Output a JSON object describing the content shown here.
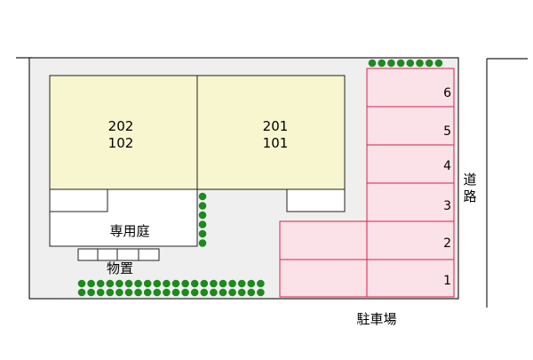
{
  "colors": {
    "background": "#ffffff",
    "lot": "#efefef",
    "building": "#f7f6cf",
    "parking_fill": "#fbe1e8",
    "parking_border": "#d6204d",
    "hedge": "#1e8a1e",
    "outline": "#222222"
  },
  "building": {
    "units": [
      {
        "upper": "202",
        "lower": "102"
      },
      {
        "upper": "201",
        "lower": "101"
      }
    ]
  },
  "garden_label": "専用庭",
  "storage_label": "物置",
  "road_label": [
    "道",
    "路"
  ],
  "parking": {
    "title": "駐車場",
    "spaces": [
      "6",
      "5",
      "4",
      "3",
      "2",
      "1"
    ]
  }
}
